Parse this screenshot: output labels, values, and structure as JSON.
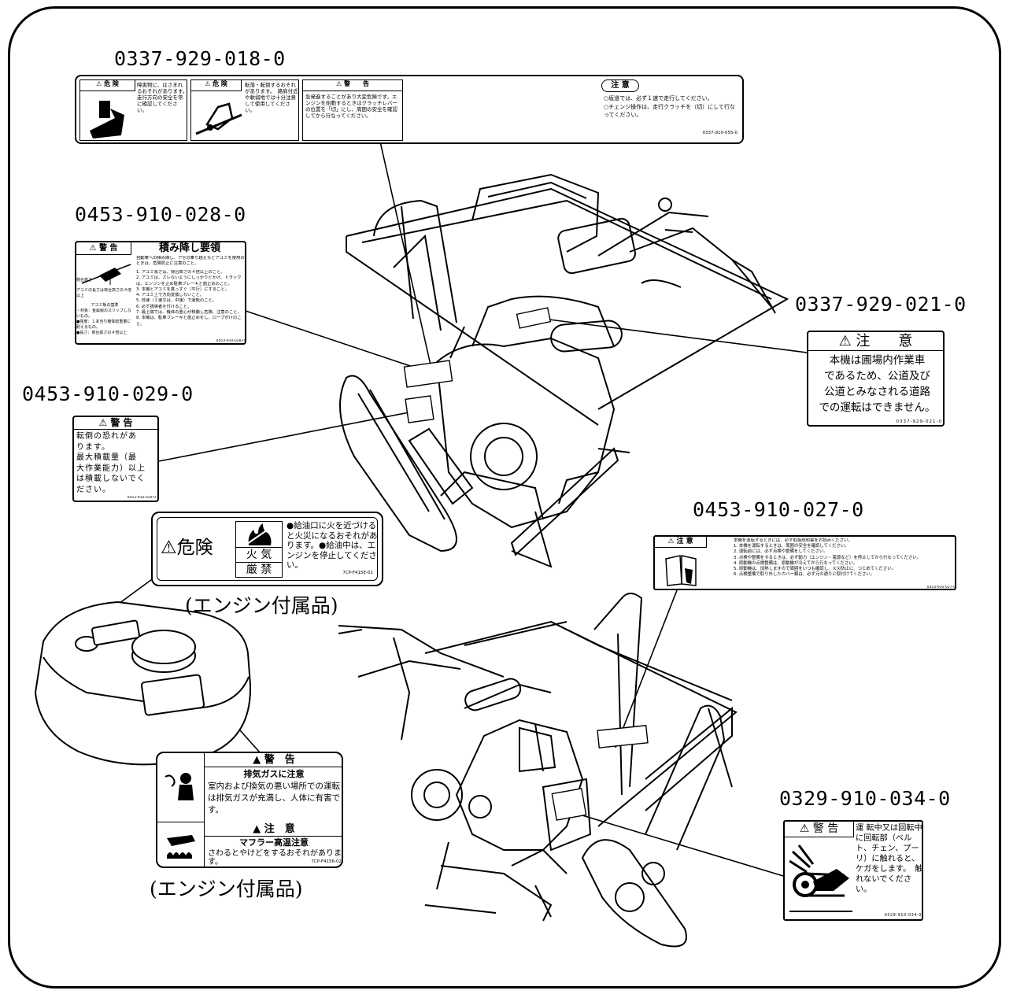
{
  "part_numbers": {
    "top": "0337-929-018-0",
    "mid_left": "0453-910-028-0",
    "left": "0453-910-029-0",
    "right_top": "0337-929-021-0",
    "right_mid": "0453-910-027-0",
    "right_bottom": "0329-910-034-0"
  },
  "labels": {
    "l018": {
      "p1_title": "危 険",
      "p1_text": "障害物に、はさまれるおそれがあります。　走行方向の安全を常に確認してください。",
      "p2_title": "危 険",
      "p2_text": "転落・転倒するおそれがあります。　路肩付近や軟弱地では十分注意して使用してください。",
      "p3_title": "警　　告",
      "p3_text": "急発進することがあり大変危険です。エンジンを始動するときはクラッチレバーの位置を「切」にし、周囲の安全を確認してから行なってください。",
      "p4_title": "注 意",
      "p4_line1": "○坂道では、必ず１速で走行してください。",
      "p4_line2": "○チェンジ操作は、走行クラッチを（切）にして行なってください。",
      "code": "0337-910-055-0"
    },
    "l028": {
      "warn": "警 告",
      "title": "積み降し要領",
      "intro": "自動車への積み降し、アゼの乗り越えなどアユミを使用のときは、危険防止に注意のこと。",
      "lines": [
        "1. アユミ長さは、荷台高さの４倍以上のこと。",
        "2. アユミは、ズレないようにしっかりとかけ、トラックは、エンジンを止め駐車ブレーキと歯止めのこと。",
        "3. 本機とアユミを真っすぐ（平行）にすること。",
        "4. アユミ上で方向変換しないこと。",
        "5. 低速（１速又は、中速）で運転のこと。",
        "6. 必ず誘導者を付けること。",
        "7. 最上端では、機体の重心が移動し危険、注意のこと。",
        "8. 本機は、駐車ブレーキと歯止めをし、ロープがけのこと。"
      ],
      "pic_a": "荷台高さ",
      "pic_b": "アユミの長さは荷台高さの４倍以上",
      "std_title": "アユミ板の基準",
      "std_lines": [
        "・材質：金属製のスリップしないもの。",
        "●強度：１本当り機体総重量に耐えるもの。",
        "●長さ：荷台高さの４倍以上"
      ],
      "code": "0453-910-028-0"
    },
    "l029": {
      "title": "警 告",
      "lines": [
        "転倒の恐れがあ",
        "ります。",
        "最大積載量（最",
        "大作業能力）以上",
        "は積載しないでく",
        "ださい。"
      ],
      "code": "0453-910-029-0"
    },
    "l021": {
      "title": "注　　意",
      "lines": [
        "本機は圃場内作業車",
        "であるため、公道及び",
        "公道とみなされる道路",
        "での運転はできません。"
      ],
      "code": "0337-929-021-0"
    },
    "fire": {
      "title": "危険",
      "k1": "火 気",
      "k2": "厳 禁",
      "text": "●給油口に火を近づけると火災になるおそれがあります。●給油中は、エンジンを停止してください。",
      "code": "7CP-F415E-01"
    },
    "l027": {
      "title": "注 意",
      "lines": [
        "本機を運転するときには、必ず取扱説明書をお読みください。",
        "1. 本機を運転するときは、周囲の安全を確認してください。",
        "2. 運転前には、必ず点検や整備をしてください。",
        "3. 点検や整備をするときは、必ず動力（エンジン・電源など）を停止してから行なってください。",
        "4. 原動機の点検整備は、原動機が冷えてから行なってください。",
        "5. 原動機は、加熱しますので周囲をいつも確認し、火災防止に、つとめてください。",
        "6. 点検整備で取り外したカバー類は、必ず元の通りに取付けてください。"
      ],
      "code": "0453-910-027-0"
    },
    "exhaust": {
      "warn": "警　告",
      "sub1": "排気ガスに注意",
      "text1": "室内および換気の悪い場所での運転は排気ガスが充満し、人体に有害です。",
      "caution": "注　意",
      "sub2": "マフラー高温注意",
      "text2": "さわるとやけどをするおそれがあります。",
      "code": "7CP-F4156-02"
    },
    "l034": {
      "title": "警 告",
      "text": "運 転中又は回転中に回転部（ベルト、チェン、プーリ）に触れると、ケガをします。　触れないでください。",
      "code": "0329-910-034-0"
    }
  },
  "notes": {
    "engine_acc_1": "(エンジン付属品)",
    "engine_acc_2": "(エンジン付属品)"
  }
}
